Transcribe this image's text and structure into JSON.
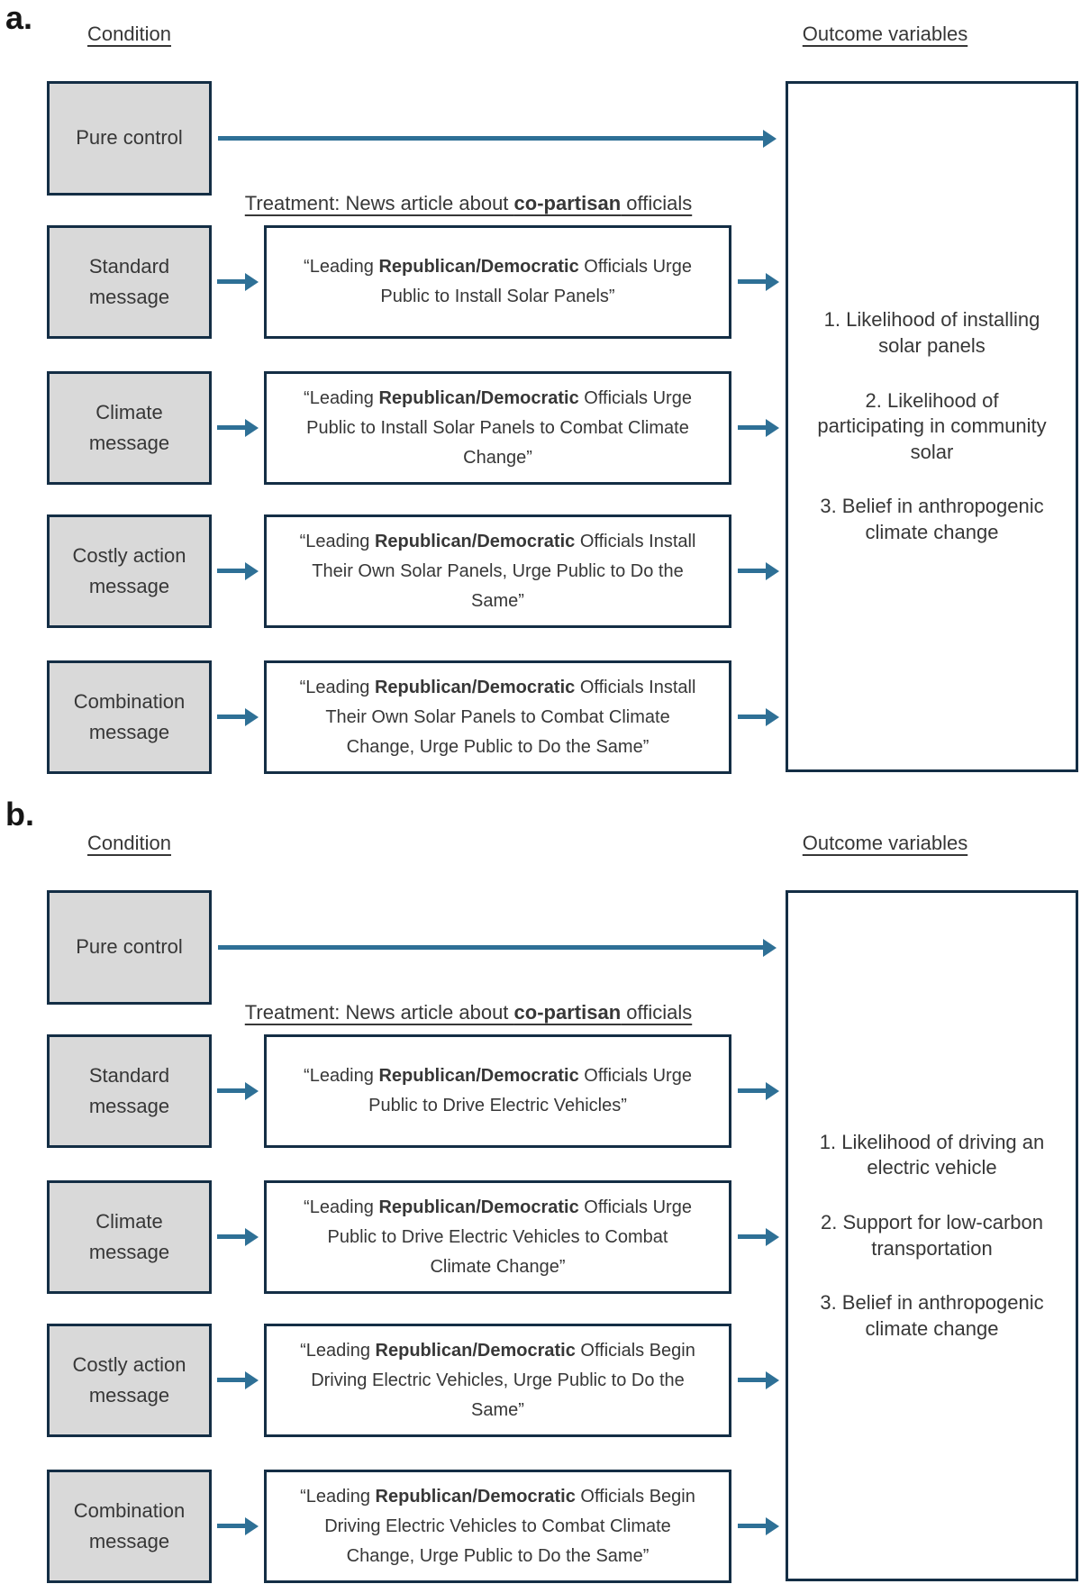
{
  "colors": {
    "box_border": "#142e45",
    "arrow": "#2e7096",
    "condition_fill": "#d9d9d9",
    "text": "#373737"
  },
  "panels": [
    {
      "label": "a.",
      "condition_header": "Condition",
      "outcome_header": "Outcome variables",
      "pure_control": "Pure control",
      "treatment_header": {
        "prefix": "Treatment: News article about ",
        "bold": "co-partisan",
        "suffix": " officials"
      },
      "rows": [
        {
          "condition": "Standard message",
          "quote": {
            "prefix": "“Leading ",
            "bold": "Republican/Democratic",
            "rest": " Officials Urge Public to Install Solar Panels”"
          }
        },
        {
          "condition": "Climate message",
          "quote": {
            "prefix": "“Leading ",
            "bold": "Republican/Democratic",
            "rest": " Officials Urge Public to Install Solar Panels to Combat Climate Change”"
          }
        },
        {
          "condition": "Costly action message",
          "quote": {
            "prefix": "“Leading ",
            "bold": "Republican/Democratic",
            "rest": " Officials Install Their Own Solar Panels, Urge Public to Do the Same”"
          }
        },
        {
          "condition": "Combination message",
          "quote": {
            "prefix": "“Leading ",
            "bold": "Republican/Democratic",
            "rest": " Officials Install Their Own Solar Panels to Combat Climate Change, Urge Public to Do the Same”"
          }
        }
      ],
      "outcomes": [
        "1. Likelihood of installing solar panels",
        "2. Likelihood of participating in community solar",
        "3. Belief in anthropogenic climate change"
      ]
    },
    {
      "label": "b.",
      "condition_header": "Condition",
      "outcome_header": "Outcome variables",
      "pure_control": "Pure control",
      "treatment_header": {
        "prefix": "Treatment: News article about ",
        "bold": "co-partisan",
        "suffix": " officials"
      },
      "rows": [
        {
          "condition": "Standard message",
          "quote": {
            "prefix": "“Leading ",
            "bold": "Republican/Democratic",
            "rest": " Officials Urge Public to Drive Electric Vehicles”"
          }
        },
        {
          "condition": "Climate message",
          "quote": {
            "prefix": "“Leading ",
            "bold": "Republican/Democratic",
            "rest": " Officials Urge Public to Drive Electric Vehicles to Combat Climate Change”"
          }
        },
        {
          "condition": "Costly action message",
          "quote": {
            "prefix": "“Leading ",
            "bold": "Republican/Democratic",
            "rest": " Officials Begin Driving Electric Vehicles, Urge Public to Do the Same”"
          }
        },
        {
          "condition": "Combination message",
          "quote": {
            "prefix": "“Leading ",
            "bold": "Republican/Democratic",
            "rest": " Officials Begin Driving Electric Vehicles to Combat Climate Change, Urge Public to Do the Same”"
          }
        }
      ],
      "outcomes": [
        "1. Likelihood of driving an electric vehicle",
        "2. Support for low-carbon transportation",
        "3. Belief in anthropogenic climate change"
      ]
    }
  ]
}
